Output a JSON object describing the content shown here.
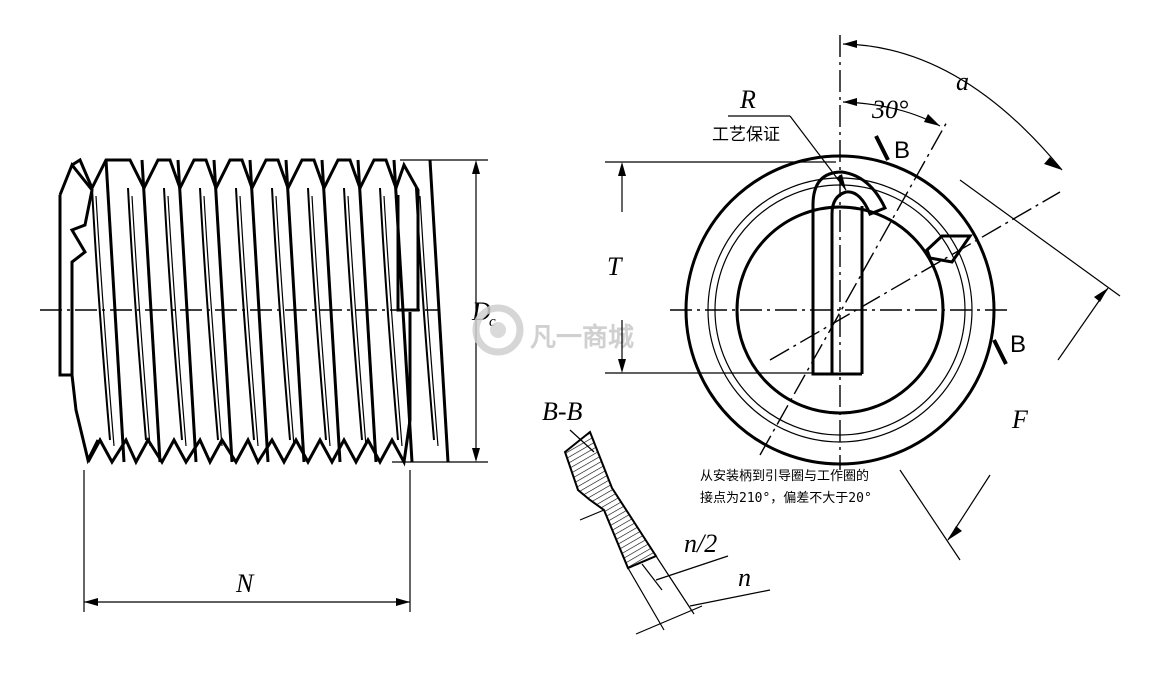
{
  "side_view": {
    "label_length": "N",
    "label_diameter": "D",
    "label_diameter_sub": "c"
  },
  "front_view": {
    "label_R": "R",
    "label_R_note": "工艺保证",
    "label_angle_a": "a",
    "label_angle_30": "30°",
    "label_T": "T",
    "label_F": "F",
    "label_B_top": "B",
    "label_B_bottom": "B",
    "note_line1": "从安装柄到引导圈与工作圈的",
    "note_line2": "接点为210°，偏差不大于20°"
  },
  "section": {
    "title": "B-B",
    "label_half_n": "n/2",
    "label_n": "n"
  },
  "watermark": {
    "text": "凡一商城"
  }
}
